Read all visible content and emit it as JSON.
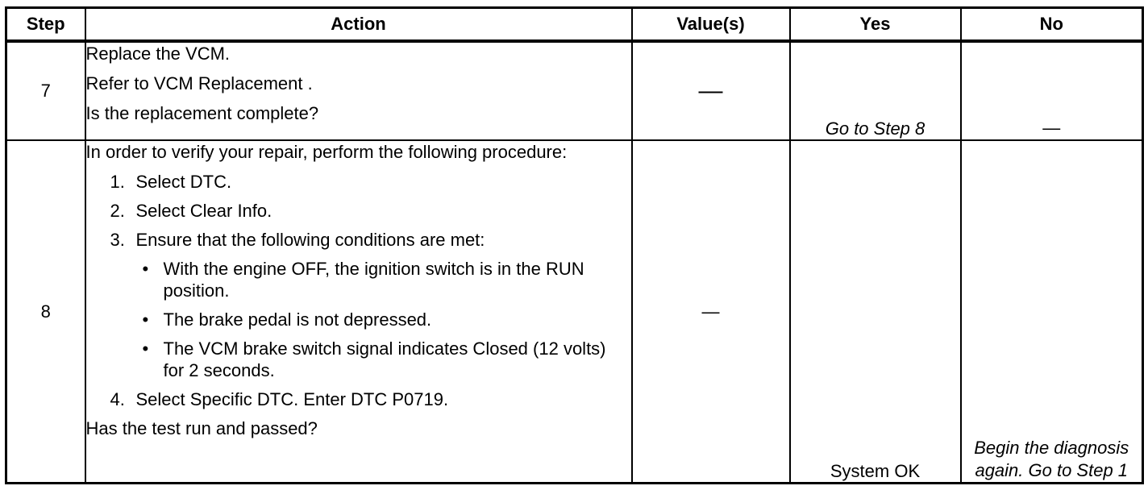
{
  "table": {
    "headers": [
      "Step",
      "Action",
      "Value(s)",
      "Yes",
      "No"
    ],
    "rows": [
      {
        "step": "7",
        "action": {
          "lines": [
            "Replace the VCM.",
            "Refer to VCM Replacement .",
            "Is the replacement complete?"
          ]
        },
        "values": "—",
        "yes": "Go to Step 8",
        "no": "—"
      },
      {
        "step": "8",
        "action": {
          "intro": "In order to verify your repair, perform the following procedure:",
          "steps": [
            {
              "num": "1.",
              "text": "Select DTC."
            },
            {
              "num": "2.",
              "text": "Select Clear Info."
            },
            {
              "num": "3.",
              "text": "Ensure that the following conditions are met:"
            }
          ],
          "bullets": [
            "With the engine OFF, the ignition switch is in the RUN position.",
            "The brake pedal is not depressed.",
            "The VCM brake switch signal indicates Closed (12 volts) for 2 seconds."
          ],
          "step4": {
            "num": "4.",
            "text": "Select Specific DTC. Enter DTC P0719."
          },
          "question": "Has the test run and passed?"
        },
        "values": "—",
        "yes": "System OK",
        "no": "Begin the diagnosis again. Go to Step 1"
      }
    ]
  }
}
